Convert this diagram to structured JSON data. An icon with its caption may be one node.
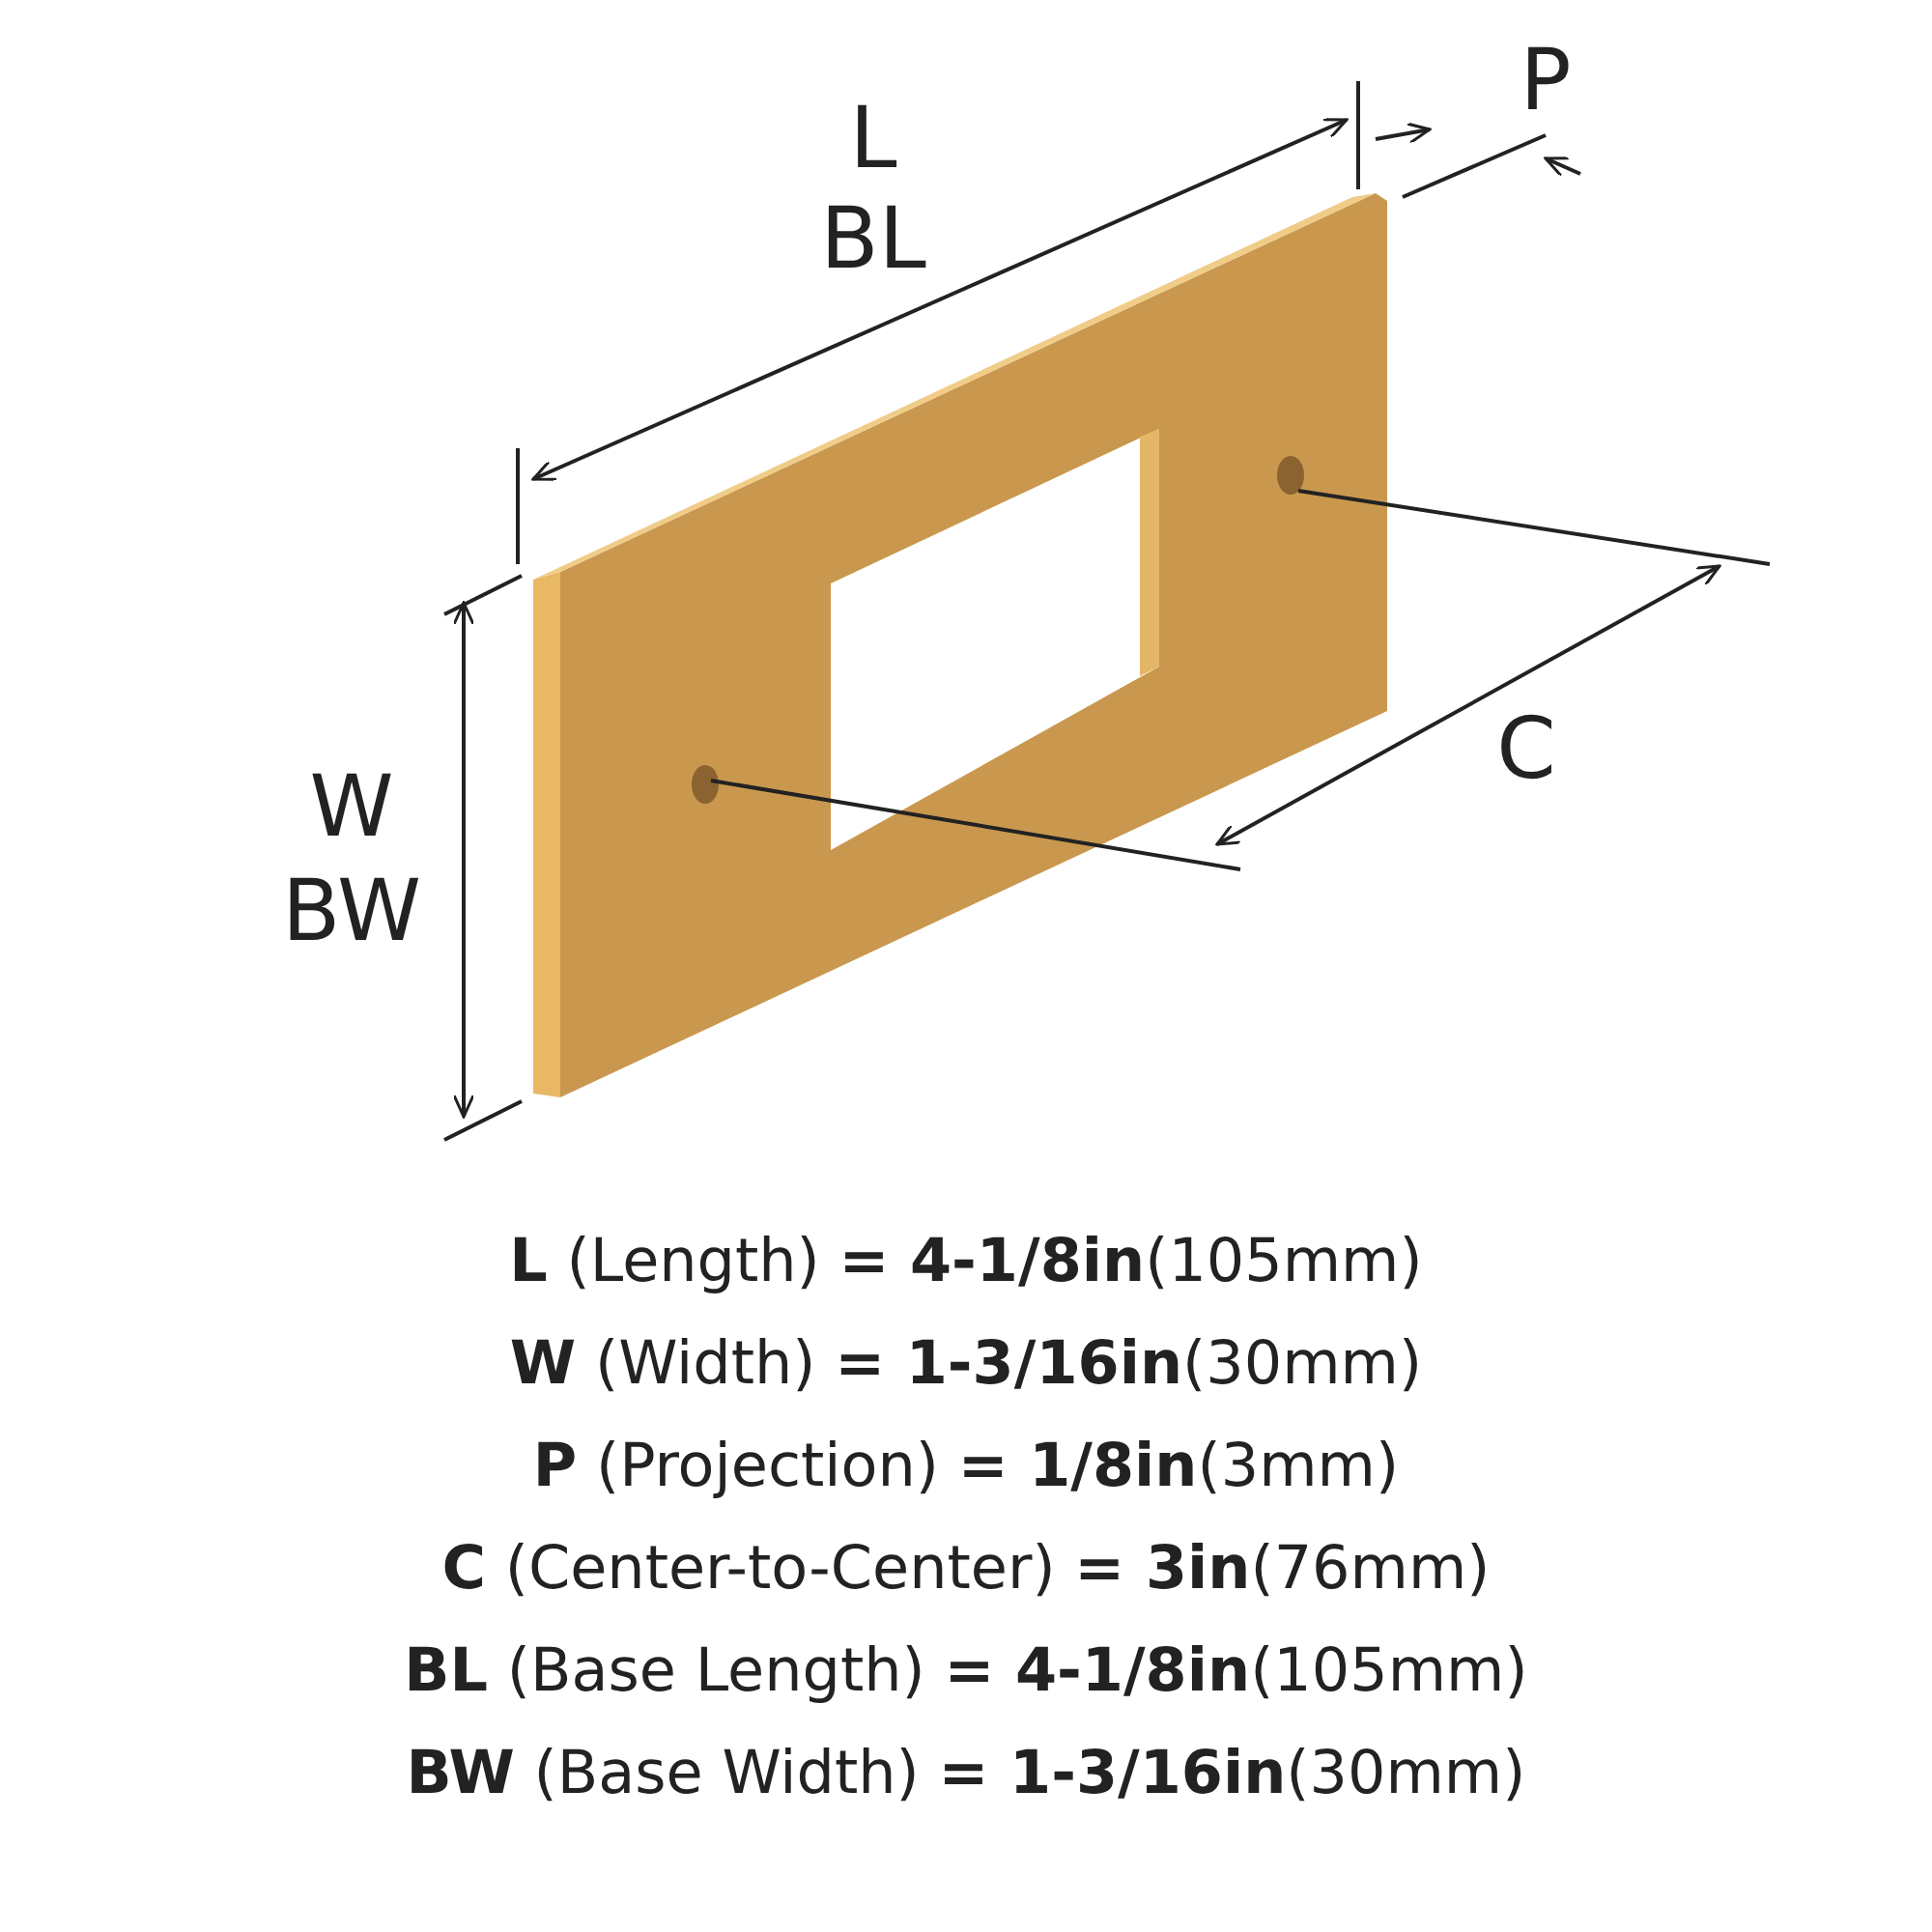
{
  "diagram": {
    "labels": [
      "L",
      "BL",
      "P",
      "W",
      "BW",
      "C",
      "**L** (Length) **= 4-1/8in**(105mm)",
      "**W** (Width) **= 1-3/16in**(30mm)",
      "**P** (Projection) **= 1/8in**(3mm)",
      "**C** (Center-to-Center) **= 3in**(76mm)",
      "**BL** (Base Length) **= 4-1/8in**(105mm)",
      "**BW** (Base Width) **= 1-3/16in**(30mm)"
    ]
  }
}
